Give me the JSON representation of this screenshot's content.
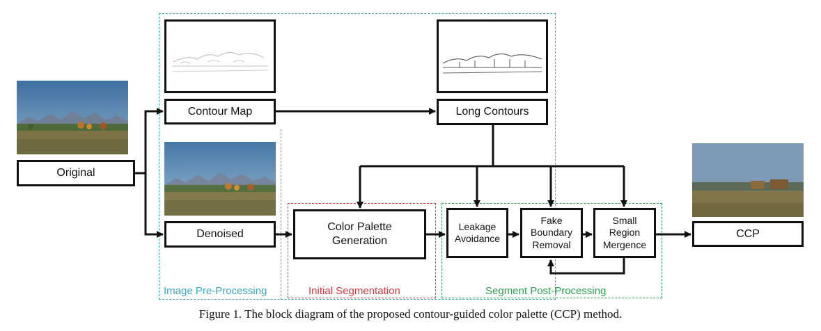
{
  "diagram": {
    "nodes": {
      "original": "Original",
      "contour_map": "Contour Map",
      "long_contours": "Long Contours",
      "denoised": "Denoised",
      "color_palette_generation": "Color Palette\nGeneration",
      "leakage_avoidance": "Leakage\nAvoidance",
      "fake_boundary_removal": "Fake\nBoundary\nRemoval",
      "small_region_mergence": "Small\nRegion\nMergence",
      "ccp": "CCP"
    },
    "groups": {
      "image_pre_processing": {
        "label": "Image Pre-Processing",
        "color": "#3aa6c9"
      },
      "initial_segmentation": {
        "label": "Initial Segmentation",
        "color": "#d9363e"
      },
      "segment_post_processing": {
        "label": "Segment Post-Processing",
        "color": "#2e9e52"
      }
    },
    "edges": [
      [
        "original",
        "contour_map"
      ],
      [
        "original",
        "denoised"
      ],
      [
        "contour_map",
        "long_contours"
      ],
      [
        "long_contours",
        "color_palette_generation"
      ],
      [
        "long_contours",
        "leakage_avoidance"
      ],
      [
        "long_contours",
        "fake_boundary_removal"
      ],
      [
        "long_contours",
        "small_region_mergence"
      ],
      [
        "denoised",
        "color_palette_generation"
      ],
      [
        "color_palette_generation",
        "leakage_avoidance"
      ],
      [
        "leakage_avoidance",
        "fake_boundary_removal"
      ],
      [
        "fake_boundary_removal",
        "small_region_mergence"
      ],
      [
        "small_region_mergence",
        "fake_boundary_removal"
      ],
      [
        "small_region_mergence",
        "ccp"
      ]
    ]
  },
  "caption": "Figure 1. The block diagram of the proposed contour-guided color palette (CCP) method."
}
